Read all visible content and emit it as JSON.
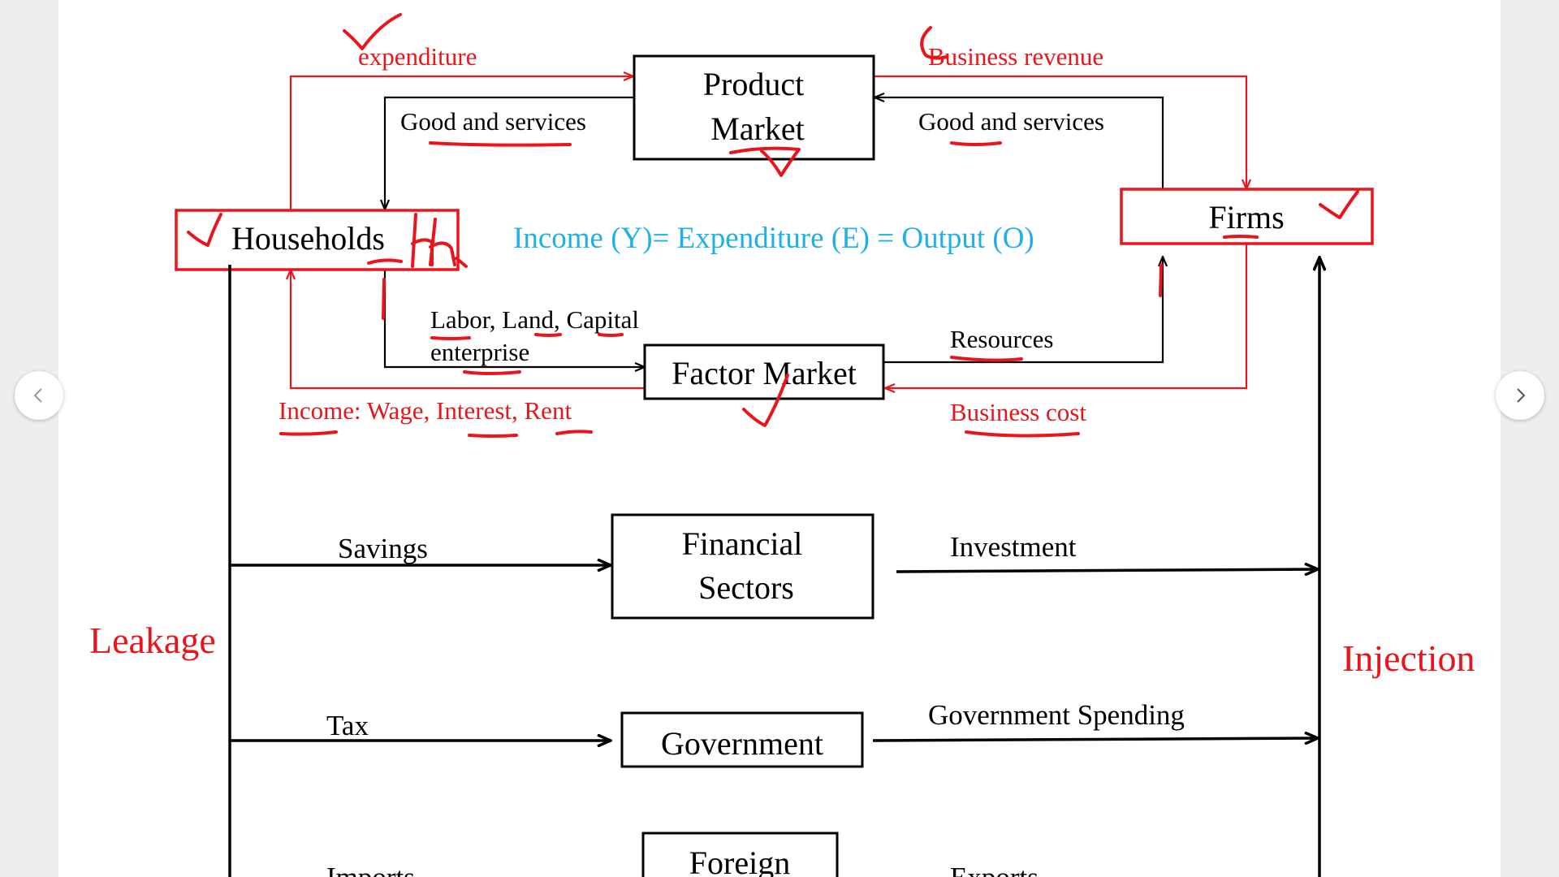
{
  "colors": {
    "ink": "#000000",
    "red": "#e8161c",
    "blue": "#1fb0e6",
    "page": "#ffffff",
    "background": "#eeeeee"
  },
  "nodes": {
    "product_market": [
      "Product",
      "Market"
    ],
    "households": "Households",
    "firms": "Firms",
    "factor_market": "Factor Market",
    "financial_sectors": [
      "Financial",
      "Sectors"
    ],
    "government": "Government",
    "foreign": "Foreign"
  },
  "labels": {
    "expenditure": "expenditure",
    "business_revenue": "Business revenue",
    "goods_left": "Good and services",
    "goods_right": "Good and services",
    "labor": "Labor, Land, Capital",
    "enterprise": "enterprise",
    "resources": "Resources",
    "income": "Income: Wage, Interest, Rent",
    "business_cost": "Business cost",
    "equation": "Income (Y)= Expenditure (E) = Output (O)",
    "savings": "Savings",
    "investment": "Investment",
    "tax": "Tax",
    "government_spending": "Government Spending",
    "imports": "Imports",
    "exports": "Exports",
    "leakage": "Leakage",
    "injection": "Injection"
  },
  "icons": {
    "prev": "chevron-left-icon",
    "next": "chevron-right-icon"
  }
}
